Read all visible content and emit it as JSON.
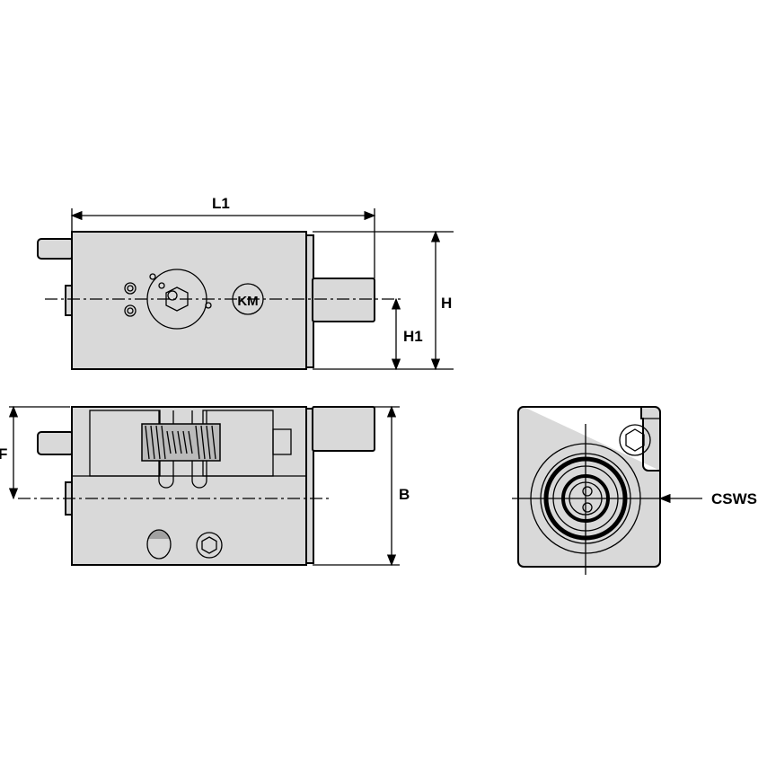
{
  "dimensions": {
    "L1": "L1",
    "H": "H",
    "H1": "H1",
    "F": "F",
    "B": "B",
    "CSWS": "CSWS"
  },
  "logo_text": "KM",
  "colors": {
    "body_fill": "#d9d9d9",
    "line": "#000000"
  }
}
